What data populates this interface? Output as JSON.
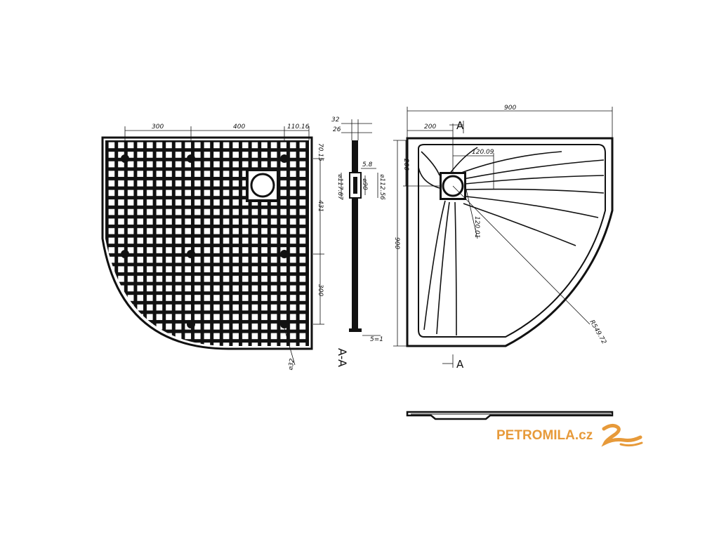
{
  "colors": {
    "ink": "#111111",
    "brand": "#e79a3a"
  },
  "brand": {
    "text": "PETROMILA.cz",
    "icon": "swirl-logo-icon"
  },
  "bottom_view": {
    "dims": {
      "d300a": "300",
      "d400": "400",
      "d110": "110.16",
      "d70": "70.15",
      "d431": "431",
      "d300b": "300",
      "d32": "⌀32"
    }
  },
  "section_view": {
    "label": "A-A",
    "dims": {
      "d32": "32",
      "d26": "26",
      "d58": "5.8",
      "d117": "⌀117.87",
      "d90": "⌀90",
      "d112": "⌀112.56",
      "d51": "5=1"
    }
  },
  "top_view": {
    "section_mark_top": "A",
    "section_mark_bottom": "A",
    "dims": {
      "d900w": "900",
      "d200a": "200",
      "d120a": "120.09",
      "d200b": "200",
      "d900h": "900",
      "d120b": "120.01",
      "radius": "R549.72"
    }
  }
}
